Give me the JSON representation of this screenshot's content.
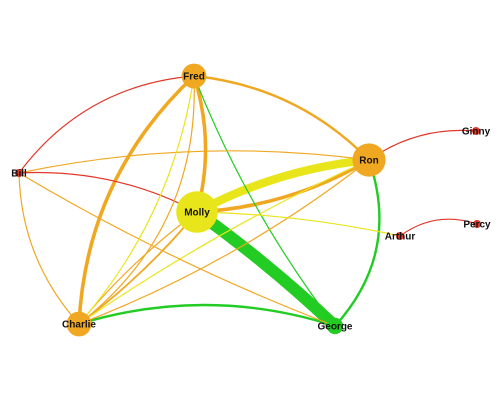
{
  "graph": {
    "nodes": [
      {
        "id": "molly",
        "label": "Molly",
        "color": "#e9e51b",
        "weight": 5
      },
      {
        "id": "ron",
        "label": "Ron",
        "color": "#f0a822",
        "weight": 4
      },
      {
        "id": "fred",
        "label": "Fred",
        "color": "#f0a822",
        "weight": 3
      },
      {
        "id": "charlie",
        "label": "Charlie",
        "color": "#f0a822",
        "weight": 3
      },
      {
        "id": "george",
        "label": "George",
        "color": "#22cc22",
        "weight": 2
      },
      {
        "id": "bill",
        "label": "Bill",
        "color": "#e2382a",
        "weight": 1
      },
      {
        "id": "ginny",
        "label": "Ginny",
        "color": "#e2382a",
        "weight": 1
      },
      {
        "id": "arthur",
        "label": "Arthur",
        "color": "#e2382a",
        "weight": 1
      },
      {
        "id": "percy",
        "label": "Percy",
        "color": "#e2382a",
        "weight": 1
      }
    ],
    "edges": [
      {
        "source": "molly",
        "target": "george",
        "color": "#22cc22",
        "weight": 10
      },
      {
        "source": "molly",
        "target": "ron",
        "color": "#e9e51b",
        "weight": 7
      },
      {
        "source": "molly",
        "target": "ron",
        "color": "#f0a822",
        "weight": 3
      },
      {
        "source": "fred",
        "target": "charlie",
        "color": "#f0a822",
        "weight": 3
      },
      {
        "source": "fred",
        "target": "ron",
        "color": "#f0a822",
        "weight": 2
      },
      {
        "source": "fred",
        "target": "molly",
        "color": "#f0a822",
        "weight": 3
      },
      {
        "source": "charlie",
        "target": "george",
        "color": "#22cc22",
        "weight": 2
      },
      {
        "source": "ron",
        "target": "george",
        "color": "#22cc22",
        "weight": 2
      },
      {
        "source": "fred",
        "target": "george",
        "color": "#22cc22",
        "weight": 1
      },
      {
        "source": "charlie",
        "target": "molly",
        "color": "#f0a822",
        "weight": 1.5
      },
      {
        "source": "charlie",
        "target": "molly",
        "color": "#f0a822",
        "weight": 1
      },
      {
        "source": "charlie",
        "target": "ron",
        "color": "#f0a822",
        "weight": 1
      },
      {
        "source": "charlie",
        "target": "ron",
        "color": "#e9e51b",
        "weight": 1
      },
      {
        "source": "bill",
        "target": "fred",
        "color": "#e2382a",
        "weight": 1
      },
      {
        "source": "bill",
        "target": "ron",
        "color": "#f0a822",
        "weight": 1
      },
      {
        "source": "bill",
        "target": "molly",
        "color": "#e2382a",
        "weight": 1
      },
      {
        "source": "bill",
        "target": "charlie",
        "color": "#f0a822",
        "weight": 1
      },
      {
        "source": "bill",
        "target": "george",
        "color": "#f0a822",
        "weight": 1
      },
      {
        "source": "fred",
        "target": "charlie",
        "color": "#e9e51b",
        "weight": 1
      },
      {
        "source": "fred",
        "target": "charlie",
        "color": "#f0a822",
        "weight": 1
      },
      {
        "source": "molly",
        "target": "arthur",
        "color": "#e9e51b",
        "weight": 1
      },
      {
        "source": "ron",
        "target": "ginny",
        "color": "#e2382a",
        "weight": 1
      },
      {
        "source": "arthur",
        "target": "percy",
        "color": "#e2382a",
        "weight": 1
      }
    ]
  }
}
